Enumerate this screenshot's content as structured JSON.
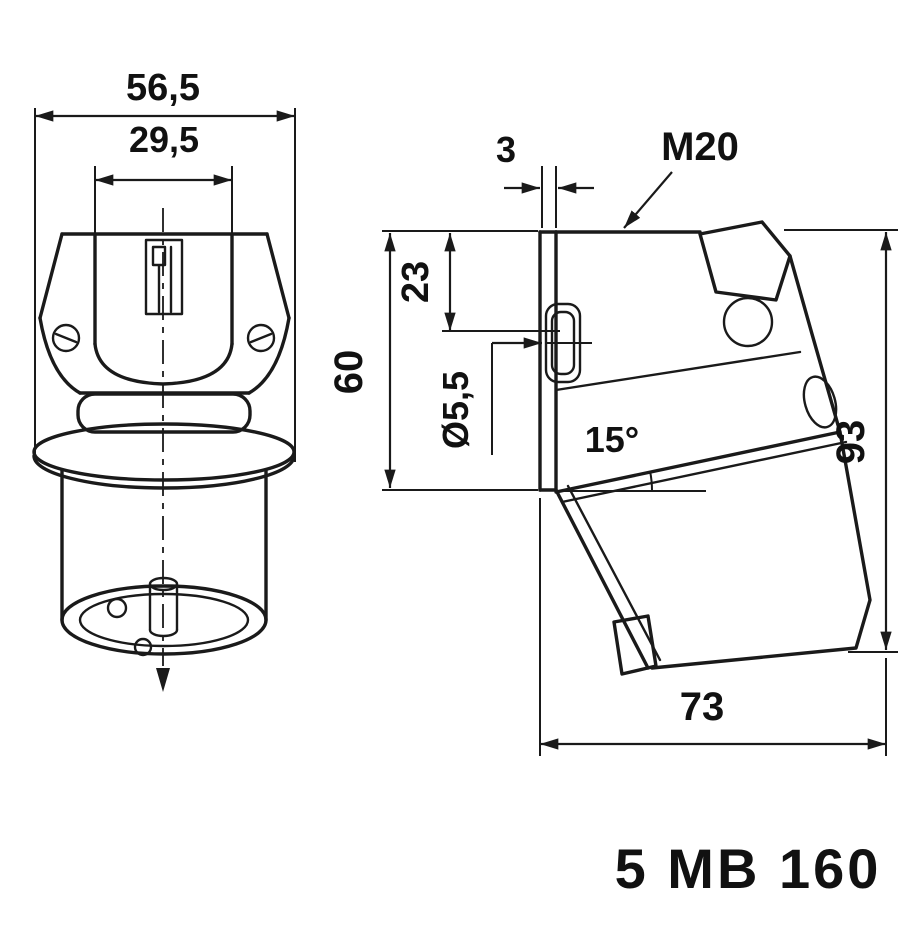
{
  "colors": {
    "ink": "#1a1a1a",
    "background": "#ffffff"
  },
  "title_code": "5 MB 160",
  "front_view": {
    "dims": {
      "overall_width": "56,5",
      "top_width": "29,5"
    }
  },
  "side_view": {
    "dims": {
      "wall_gap": "3",
      "gland_thread": "M20",
      "hole_offset": "23",
      "flange_height": "60",
      "hole_diameter": "Ø5,5",
      "tilt_angle": "15°",
      "overall_height": "93",
      "overall_depth": "73"
    }
  }
}
